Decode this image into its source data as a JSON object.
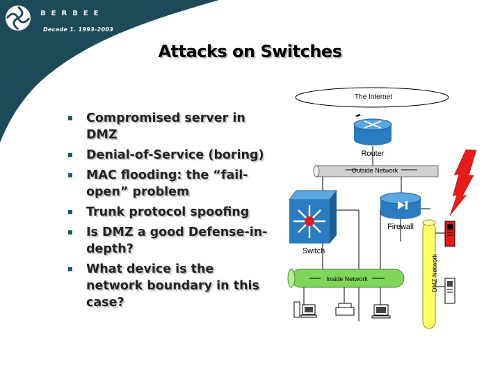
{
  "branding": {
    "logo_text": "BERBEE",
    "tagline": "Decade 1.  1993-2003"
  },
  "slide": {
    "title": "Attacks on Switches",
    "bullets": [
      "Compromised server in DMZ",
      "Denial-of-Service (boring)",
      "MAC flooding: the “fail-open” problem",
      "Trunk protocol spoofing",
      "Is DMZ a good Defense-in-depth?",
      "What device is the network boundary in this case?"
    ]
  },
  "diagram": {
    "internet_label": "The Internet",
    "router_label": "Router",
    "outside_network_label": "Outside Network",
    "firewall_label": "Firewall",
    "switch_label": "Switch",
    "inside_network_label": "Inside Network",
    "dmz_network_label": "DMZ Network"
  },
  "colors": {
    "corner": "#1c4a58",
    "device_blue": "#2a7cc0",
    "inside_pipe": "#7fd65a",
    "dmz_pipe": "#ffff66",
    "bolt": "#e81a1a",
    "bullet": "#1a5a6a"
  }
}
